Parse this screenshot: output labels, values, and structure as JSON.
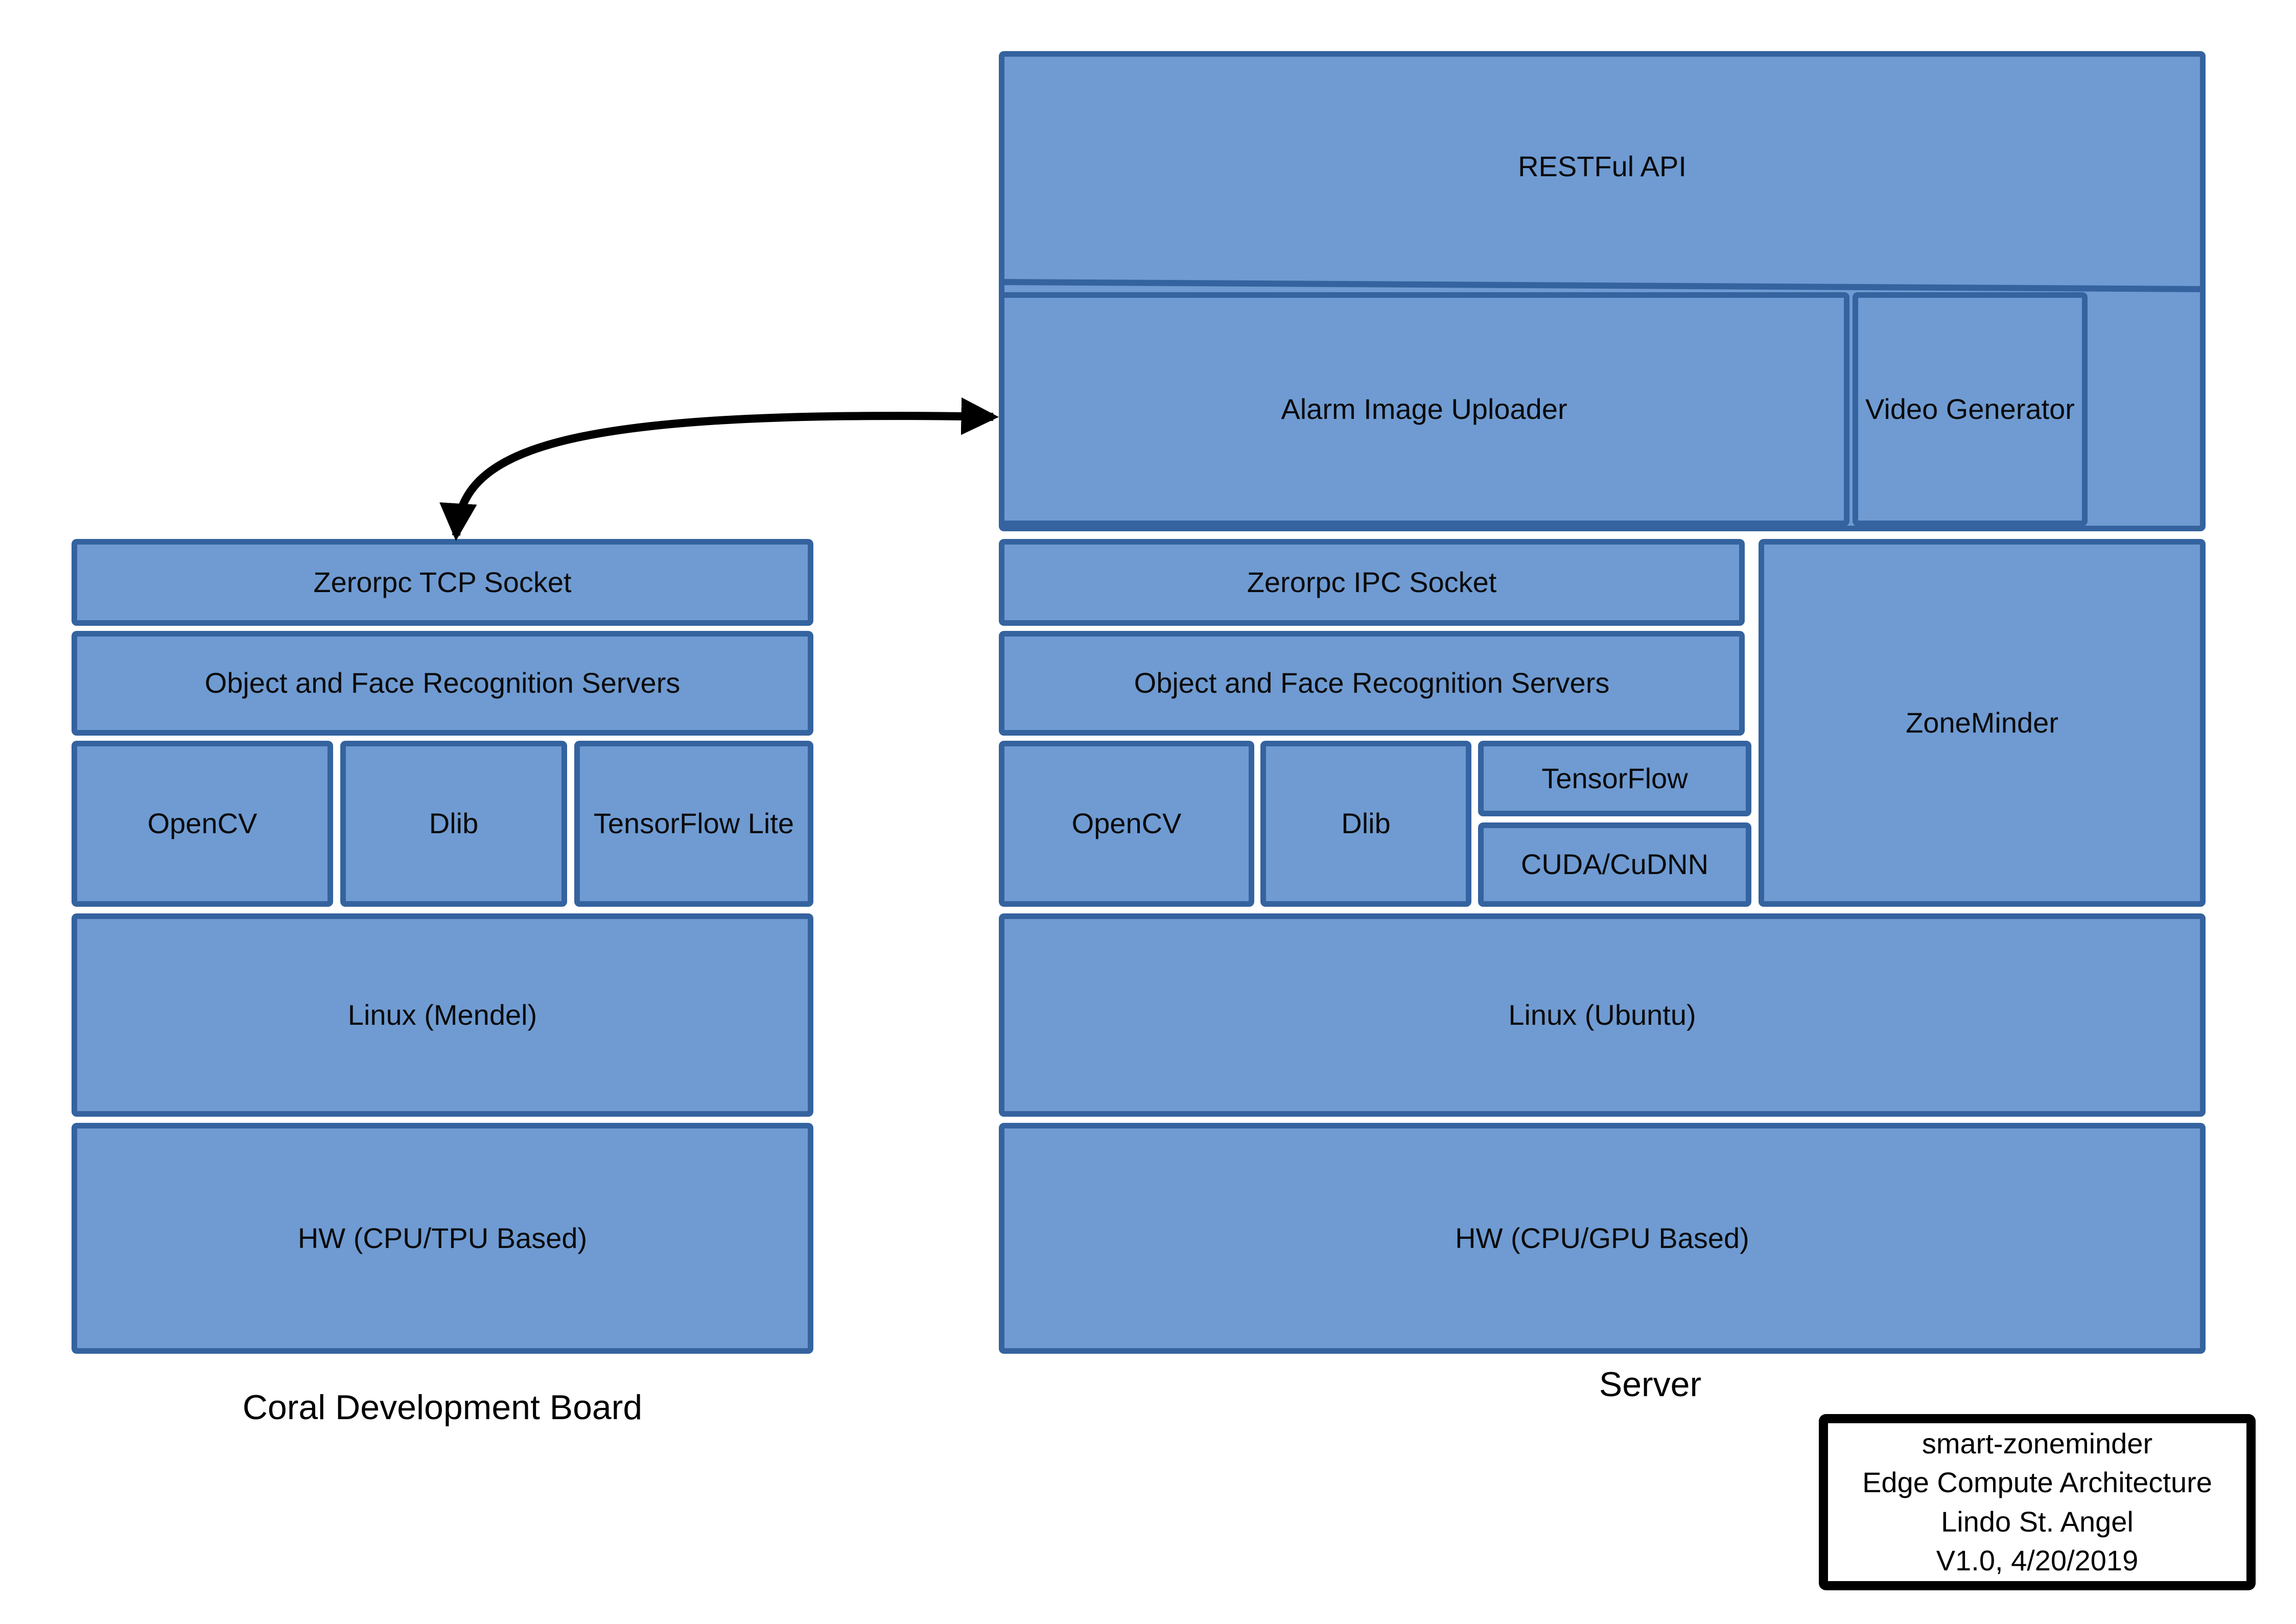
{
  "colors": {
    "box_fill": "#6F9BD2",
    "box_border": "#34639F",
    "arrow": "#000000",
    "note_border": "#000000",
    "note_fill": "#ffffff",
    "text": "#0a0a0a",
    "background": "#ffffff"
  },
  "coral": {
    "title": "Coral Development Board",
    "socket": "Zerorpc TCP Socket",
    "servers": "Object and Face Recognition Servers",
    "opencv": "OpenCV",
    "dlib": "Dlib",
    "tflite": "TensorFlow Lite",
    "os": "Linux (Mendel)",
    "hw": "HW (CPU/TPU Based)"
  },
  "server": {
    "title": "Server",
    "api": "RESTFul API",
    "uploader": "Alarm Image Uploader",
    "video": "Video Generator",
    "socket": "Zerorpc IPC Socket",
    "servers": "Object and Face Recognition Servers",
    "opencv": "OpenCV",
    "dlib": "Dlib",
    "tensorflow": "TensorFlow",
    "cuda": "CUDA/CuDNN",
    "zoneminder": "ZoneMinder",
    "os": "Linux (Ubuntu)",
    "hw": "HW (CPU/GPU Based)"
  },
  "note": {
    "line1": "smart-zoneminder",
    "line2": "Edge Compute Architecture",
    "line3": "Lindo St. Angel",
    "line4": "V1.0, 4/20/2019"
  }
}
